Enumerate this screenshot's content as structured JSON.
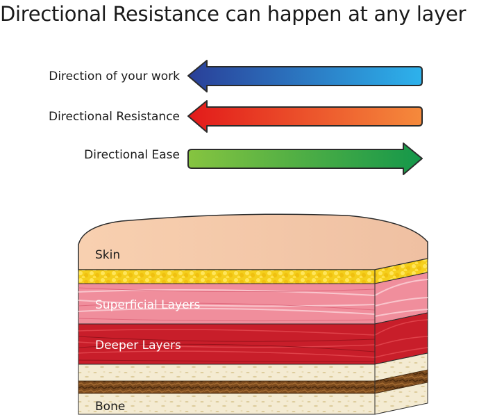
{
  "title": "Directional Resistance can happen at any layer",
  "legend": [
    {
      "label": "Direction of your work",
      "direction": "left",
      "color_start": "#2a3f98",
      "color_end": "#2db2ec"
    },
    {
      "label": "Directional Resistance",
      "direction": "left",
      "color_start": "#e21a1a",
      "color_end": "#f58a3c"
    },
    {
      "label": "Directional Ease",
      "direction": "right",
      "color_start": "#86c440",
      "color_end": "#14974a"
    }
  ],
  "layers": [
    {
      "label": "Skin",
      "color": "#f4c6a4"
    },
    {
      "label": "Superficial Layers",
      "color": "#f08a98"
    },
    {
      "label": "Deeper Layers",
      "color": "#c81e2a"
    },
    {
      "label": "Bone",
      "color": "#f3ead0"
    }
  ],
  "colors": {
    "fat": "#f6d21e",
    "marrow": "#7a4a1e",
    "outline": "#2b2b2b"
  }
}
